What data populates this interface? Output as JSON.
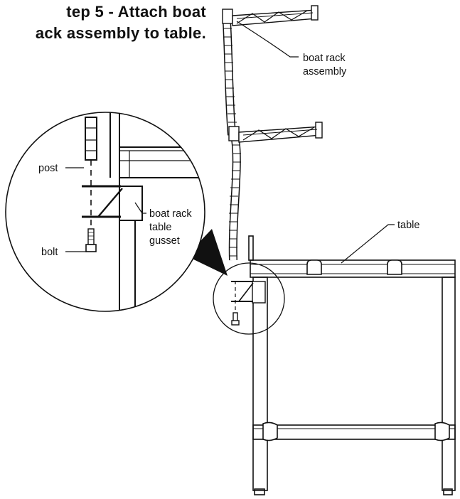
{
  "title": {
    "line1": "tep 5 - Attach boat",
    "line2": "ack assembly to table."
  },
  "labels": {
    "boat_rack_assembly_1": "boat rack",
    "boat_rack_assembly_2": "assembly",
    "table": "table",
    "post": "post",
    "bolt": "bolt",
    "gusset_1": "boat rack",
    "gusset_2": "table",
    "gusset_3": "gusset"
  },
  "colors": {
    "ink": "#111111",
    "background": "#ffffff"
  }
}
